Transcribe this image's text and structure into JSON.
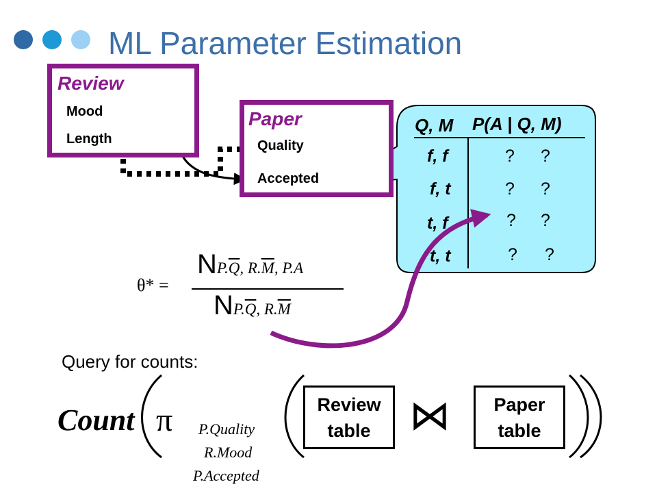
{
  "title": "ML Parameter Estimation",
  "colors": {
    "title": "#3d6fa8",
    "purple_box": "#8b1a8b",
    "callout": "#aaf1ff",
    "dot_1": "#2f69a6",
    "dot_2": "#1d9ad6",
    "dot_3": "#9dd0f5"
  },
  "review_box": {
    "label": "Review",
    "attributes": [
      "Mood",
      "Length"
    ]
  },
  "paper_box": {
    "label": "Paper",
    "attributes": [
      "Quality",
      "Accepted"
    ]
  },
  "cpt": {
    "header_left": "Q, M",
    "header_right": "P(A | Q, M)",
    "rows": [
      {
        "qm": "f, f",
        "p1": "?",
        "p2": "?"
      },
      {
        "qm": "f, t",
        "p1": "?",
        "p2": "?"
      },
      {
        "qm": "t, f",
        "p1": "?",
        "p2": "?"
      },
      {
        "qm": "t, t",
        "p1": "?",
        "p2": "?"
      }
    ]
  },
  "formula": {
    "lhs": "θ* =",
    "numerator": {
      "N": "N",
      "parts": [
        "P.",
        "Q",
        ", R.",
        "M",
        ", P.A"
      ]
    },
    "denominator": {
      "N": "N",
      "parts": [
        "P.",
        "Q",
        ", R.",
        "M"
      ]
    }
  },
  "query_label": "Query for counts:",
  "query": {
    "count": "Count",
    "pi": "π",
    "projection": [
      "P.Quality",
      "R.Mood",
      "P.Accepted"
    ],
    "review_table": [
      "Review",
      "table"
    ],
    "paper_table": [
      "Paper",
      "table"
    ],
    "join_symbol": "⋈"
  }
}
